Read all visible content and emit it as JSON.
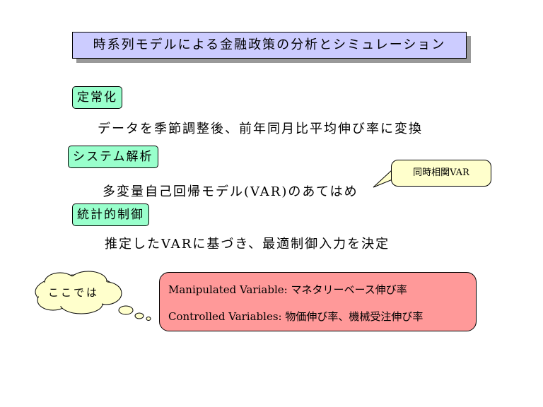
{
  "title": "時系列モデルによる金融政策の分析とシミュレーション",
  "sections": [
    {
      "label": "定常化",
      "text": "データを季節調整後、前年同月比平均伸び率に変換"
    },
    {
      "label": "システム解析",
      "text": "多変量自己回帰モデル(VAR)のあてはめ"
    },
    {
      "label": "統計的制御",
      "text": "推定したVARに基づき、最適制御入力を決定"
    }
  ],
  "callout": "同時相関VAR",
  "thought": "ここでは",
  "variables": {
    "manipulated_label": "Manipulated Variable:",
    "manipulated_value": "マネタリーベース伸び率",
    "controlled_label": "Controlled Variables:",
    "controlled_value": "物価伸び率、機械受注伸び率"
  }
}
